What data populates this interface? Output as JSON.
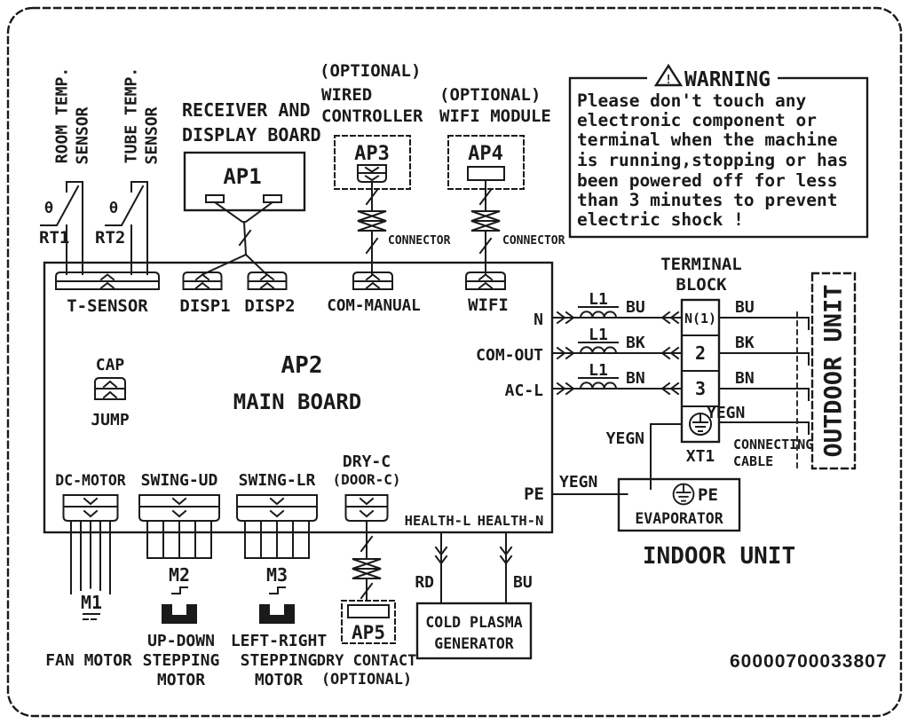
{
  "colors": {
    "ink": "#1a1a1a",
    "paper": "#ffffff"
  },
  "part_number": "60000700033807",
  "sensors": {
    "rt1": {
      "ref": "RT1",
      "theta": "θ",
      "line1": "ROOM TEMP.",
      "line2": "SENSOR"
    },
    "rt2": {
      "ref": "RT2",
      "theta": "θ",
      "line1": "TUBE TEMP.",
      "line2": "SENSOR"
    }
  },
  "receiver": {
    "line1": "RECEIVER AND",
    "line2": "DISPLAY BOARD",
    "ref": "AP1"
  },
  "wired_controller": {
    "line1": "(OPTIONAL)",
    "line2": "WIRED",
    "line3": "CONTROLLER",
    "ref": "AP3",
    "connector": "CONNECTOR"
  },
  "wifi_module": {
    "line1": "(OPTIONAL)",
    "line2": "WIFI MODULE",
    "ref": "AP4",
    "connector": "CONNECTOR"
  },
  "warning": {
    "title": "WARNING",
    "bang": "!",
    "lines": [
      "Please don't touch any",
      "electronic component or",
      "terminal when the machine",
      "is running,stopping or has",
      "been powered off for less",
      "than 3 minutes to prevent",
      "electric shock !"
    ]
  },
  "board": {
    "ref": "AP2",
    "name": "MAIN BOARD",
    "cap": "CAP",
    "jump": "JUMP",
    "ports": {
      "t_sensor": "T-SENSOR",
      "disp1": "DISP1",
      "disp2": "DISP2",
      "com_manual": "COM-MANUAL",
      "wifi": "WIFI",
      "n": "N",
      "com_out": "COM-OUT",
      "ac_l": "AC-L",
      "dc_motor": "DC-MOTOR",
      "swing_ud": "SWING-UD",
      "swing_lr": "SWING-LR",
      "dry_c1": "DRY-C",
      "dry_c2": "(DOOR-C)",
      "health_l": "HEALTH-L",
      "health_n": "HEALTH-N",
      "pe": "PE"
    }
  },
  "power": {
    "l1": "L1",
    "wire1": "BU",
    "wire2": "BK",
    "wire3": "BN"
  },
  "terminal_block": {
    "title1": "TERMINAL",
    "title2": "BLOCK",
    "ref": "XT1",
    "t1": "N(1)",
    "t2": "2",
    "t3": "3",
    "out1": "BU",
    "out2": "BK",
    "out3": "BN",
    "out4": "YEGN",
    "ground_yegn": "YEGN"
  },
  "cable": {
    "line1": "CONNECTING",
    "line2": "CABLE"
  },
  "outdoor": {
    "label": "OUTDOOR UNIT"
  },
  "evaporator": {
    "label": "EVAPORATOR",
    "pe": "PE",
    "wire": "YEGN"
  },
  "indoor": {
    "label": "INDOOR UNIT"
  },
  "fan_motor": {
    "ref": "M1",
    "label": "FAN MOTOR"
  },
  "ud_motor": {
    "ref": "M2",
    "line1": "UP-DOWN",
    "line2": "STEPPING",
    "line3": "MOTOR"
  },
  "lr_motor": {
    "ref": "M3",
    "line1": "LEFT-RIGHT",
    "line2": "STEPPING",
    "line3": "MOTOR"
  },
  "dry_contact": {
    "ref": "AP5",
    "line1": "DRY CONTACT",
    "line2": "(OPTIONAL)"
  },
  "plasma": {
    "wire_l": "RD",
    "wire_n": "BU",
    "line1": "COLD PLASMA",
    "line2": "GENERATOR"
  }
}
